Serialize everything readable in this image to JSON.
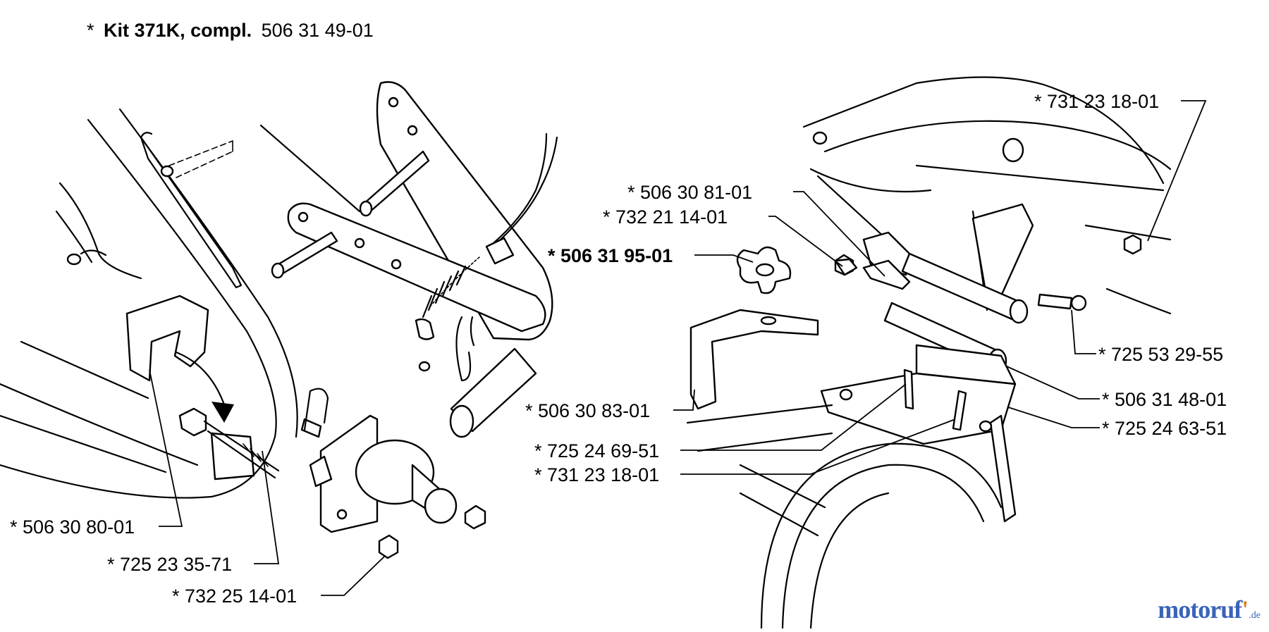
{
  "kit": {
    "prefix": "*",
    "name": "Kit 371K, compl.",
    "number": "506 31 49-01"
  },
  "labels": [
    {
      "id": "p-506-31-95-01",
      "text": "* 506 31 95-01",
      "bold": true
    },
    {
      "id": "p-506-30-81-01",
      "text": "* 506 30 81-01",
      "bold": false
    },
    {
      "id": "p-732-21-14-01",
      "text": "* 732 21 14-01",
      "bold": false
    },
    {
      "id": "p-731-23-18-01-top",
      "text": "* 731 23 18-01",
      "bold": false
    },
    {
      "id": "p-725-53-29-55",
      "text": "* 725 53 29-55",
      "bold": false
    },
    {
      "id": "p-506-31-48-01",
      "text": "* 506 31 48-01",
      "bold": false
    },
    {
      "id": "p-725-24-63-51",
      "text": "* 725 24 63-51",
      "bold": false
    },
    {
      "id": "p-506-30-83-01",
      "text": "* 506 30 83-01",
      "bold": false
    },
    {
      "id": "p-725-24-69-51",
      "text": "* 725 24 69-51",
      "bold": false
    },
    {
      "id": "p-731-23-18-01-low",
      "text": "* 731 23 18-01",
      "bold": false
    },
    {
      "id": "p-506-30-80-01",
      "text": "* 506 30 80-01",
      "bold": false
    },
    {
      "id": "p-725-23-35-71",
      "text": "* 725 23 35-71",
      "bold": false
    },
    {
      "id": "p-732-25-14-01",
      "text": "* 732 25 14-01",
      "bold": false
    }
  ],
  "watermark": {
    "main": "motoruf",
    "accent": "'",
    "tld": ".de"
  }
}
